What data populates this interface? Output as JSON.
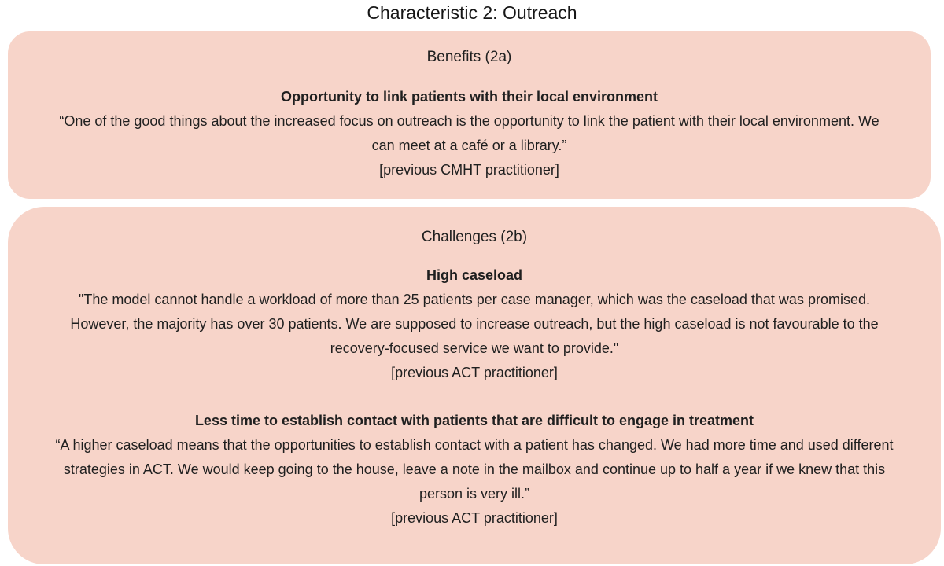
{
  "title": "Characteristic 2: Outreach",
  "colors": {
    "box_background": "#f7d4c9",
    "text": "#1f1f1f"
  },
  "benefits_box": {
    "header": "Benefits (2a)",
    "sections": [
      {
        "heading": "Opportunity to link patients with their local environment",
        "quote": "“One of the good things about the increased focus on outreach is the opportunity to link the patient with their local environment. We can meet at a café or a library.”",
        "attribution": "[previous CMHT practitioner]"
      }
    ]
  },
  "challenges_box": {
    "header": "Challenges (2b)",
    "sections": [
      {
        "heading": "High caseload",
        "quote": "\"The model cannot handle a workload of more than 25 patients per case manager, which was the caseload that was promised. However, the majority has over 30 patients. We are supposed to increase outreach, but the high caseload is not favourable to the recovery-focused service we want to provide.\"",
        "attribution": "[previous ACT practitioner]"
      },
      {
        "heading": "Less time to establish contact with patients that are difficult to engage in treatment",
        "quote": "“A higher caseload means that the opportunities to establish contact with a patient has changed. We had more time and used different strategies in ACT. We would keep going to the house, leave a note in the mailbox and continue up to half a year if we knew that this person is very ill.”",
        "attribution": "[previous ACT practitioner]"
      }
    ]
  }
}
